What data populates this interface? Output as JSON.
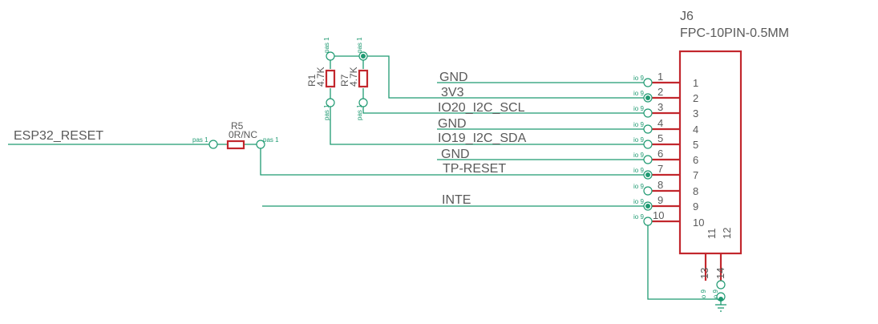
{
  "connector": {
    "ref": "J6",
    "part": "FPC-10PIN-0.5MM",
    "body_pins": [
      "1",
      "2",
      "3",
      "4",
      "5",
      "6",
      "7",
      "8",
      "9",
      "10"
    ],
    "extra_pins": [
      "11",
      "12"
    ],
    "pad_pins": [
      "1",
      "2",
      "3",
      "4",
      "5",
      "6",
      "7",
      "8",
      "9",
      "10"
    ],
    "pad_label": "io 9",
    "shield_pins": [
      "13",
      "14"
    ]
  },
  "nets": {
    "gnd1": "GND",
    "v3v3": "3V3",
    "scl": "IO20_I2C_SCL",
    "gnd2": "GND",
    "sda": "IO19_I2C_SDA",
    "gnd3": "GND",
    "tp_reset": "TP-RESET",
    "inte": "INTE",
    "esp_reset": "ESP32_RESET"
  },
  "resistors": {
    "r1": {
      "ref": "R1",
      "value": "4.7K",
      "pin_label": "pas 1"
    },
    "r7": {
      "ref": "R7",
      "value": "4.7K",
      "pin_label": "pas 1"
    },
    "r5": {
      "ref": "R5",
      "value": "0R/NC",
      "pin_label": "pas 1"
    }
  },
  "colors": {
    "wire": "#1f9a72",
    "component": "#c2272d",
    "text": "#5a5a5a"
  }
}
